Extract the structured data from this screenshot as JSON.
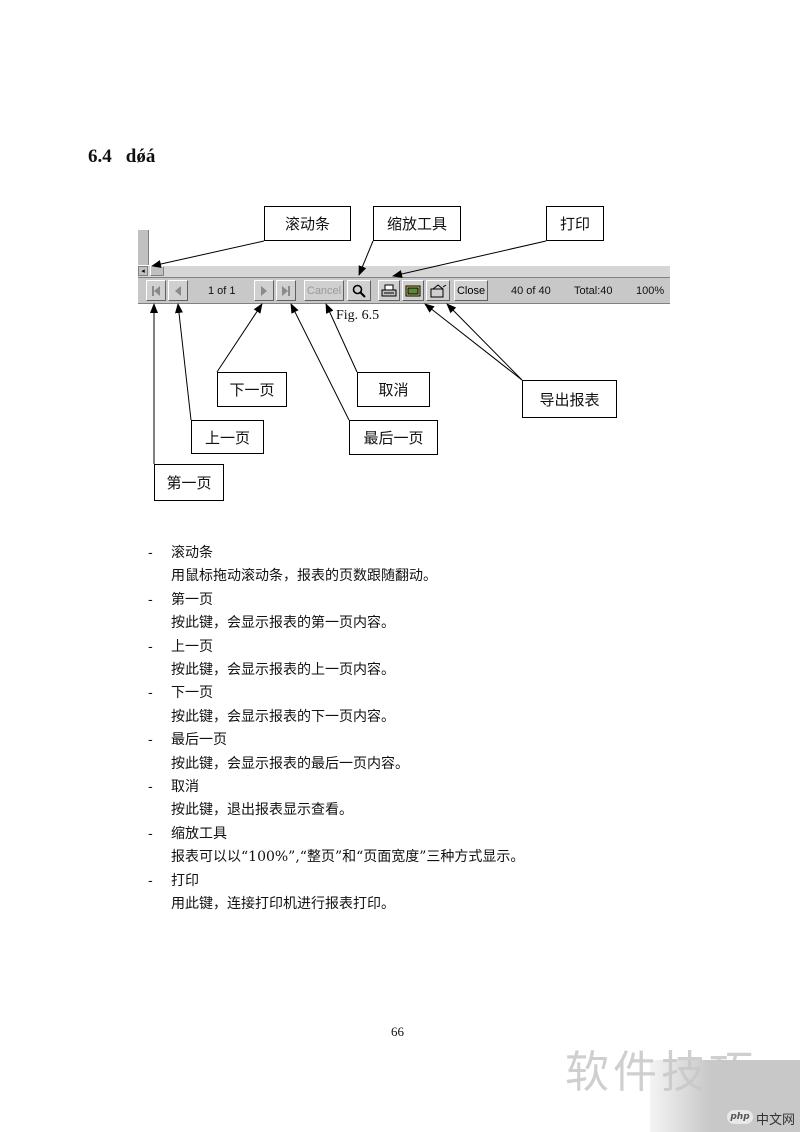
{
  "section": {
    "number": "6.4",
    "title": "dǿá"
  },
  "figure": {
    "caption": "Fig. 6.5",
    "toolbar": {
      "page_indicator": "1 of 1",
      "cancel_label": "Cancel",
      "close_label": "Close",
      "record_count": "40 of 40",
      "total": "Total:40",
      "zoom": "100%"
    },
    "callouts": {
      "scrollbar": "滚动条",
      "zoom_tool": "缩放工具",
      "print": "打印",
      "next_page": "下一页",
      "cancel": "取消",
      "export": "导出报表",
      "prev_page": "上一页",
      "last_page": "最后一页",
      "first_page": "第一页"
    }
  },
  "items": [
    {
      "dash": "-",
      "title": "滚动条",
      "desc": "用鼠标拖动滚动条，报表的页数跟随翻动。"
    },
    {
      "dash": "-",
      "title": "第一页",
      "desc": "按此键，会显示报表的第一页内容。"
    },
    {
      "dash": "-",
      "title": "上一页",
      "desc": "按此键，会显示报表的上一页内容。"
    },
    {
      "dash": "-",
      "title": "下一页",
      "desc": "按此键，会显示报表的下一页内容。"
    },
    {
      "dash": "-",
      "title": "最后一页",
      "desc": "按此键，会显示报表的最后一页内容。"
    },
    {
      "dash": "-",
      "title": "取消",
      "desc": "按此键，退出报表显示查看。"
    },
    {
      "dash": "-",
      "title": "缩放工具",
      "desc": "报表可以以“100%”,“整页”和“页面宽度”三种方式显示。"
    },
    {
      "dash": "-",
      "title": "打印",
      "desc": "用此键，连接打印机进行报表打印。"
    }
  ],
  "page_number": "66",
  "watermark": {
    "text": "软件技巧",
    "site": "中文网",
    "logo": "php"
  }
}
